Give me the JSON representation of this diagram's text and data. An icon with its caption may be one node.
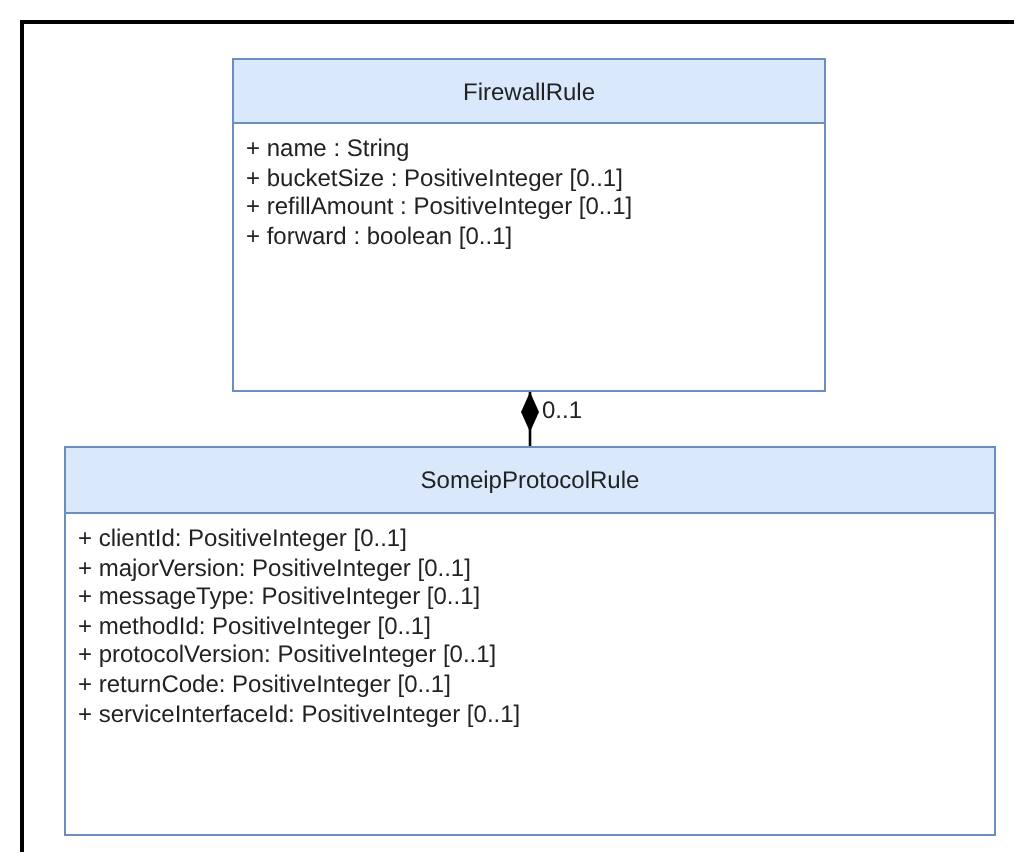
{
  "diagram": {
    "nodes": [
      {
        "text": [
          "FirewallRule",
          "+ name : String",
          "+ bucketSize : PositiveInteger [0..1]",
          "+ refillAmount : PositiveInteger [0..1]",
          "+ forward : boolean [0..1]"
        ]
      },
      {
        "text": [
          "SomeipProtocolRule",
          "+ clientId: PositiveInteger [0..1]",
          "+ majorVersion: PositiveInteger [0..1]",
          "+ messageType: PositiveInteger [0..1]",
          "+ methodId: PositiveInteger [0..1]",
          "+ protocolVersion: PositiveInteger [0..1]",
          "+ returnCode: PositiveInteger [0..1]",
          "+ serviceInterfaceId: PositiveInteger [0..1]"
        ]
      }
    ],
    "edges": [
      {
        "from": 0,
        "to": 1,
        "arrow": "other",
        "label": "0..1"
      }
    ]
  }
}
